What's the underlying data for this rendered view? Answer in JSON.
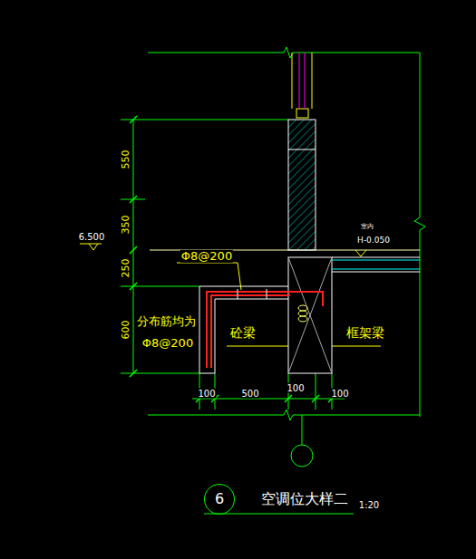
{
  "diagram": {
    "caption": "空调位大样二",
    "nodes": [
      {
        "text": [
          "6"
        ]
      }
    ],
    "labels": [
      "550",
      "350",
      "250",
      "600",
      "6.500",
      "Φ8@200",
      "分布筋均为",
      "Φ8@200",
      "砼梁",
      "框架梁",
      "室内",
      "H-0.050",
      "100",
      "500",
      "100",
      "100",
      "1:20"
    ]
  }
}
